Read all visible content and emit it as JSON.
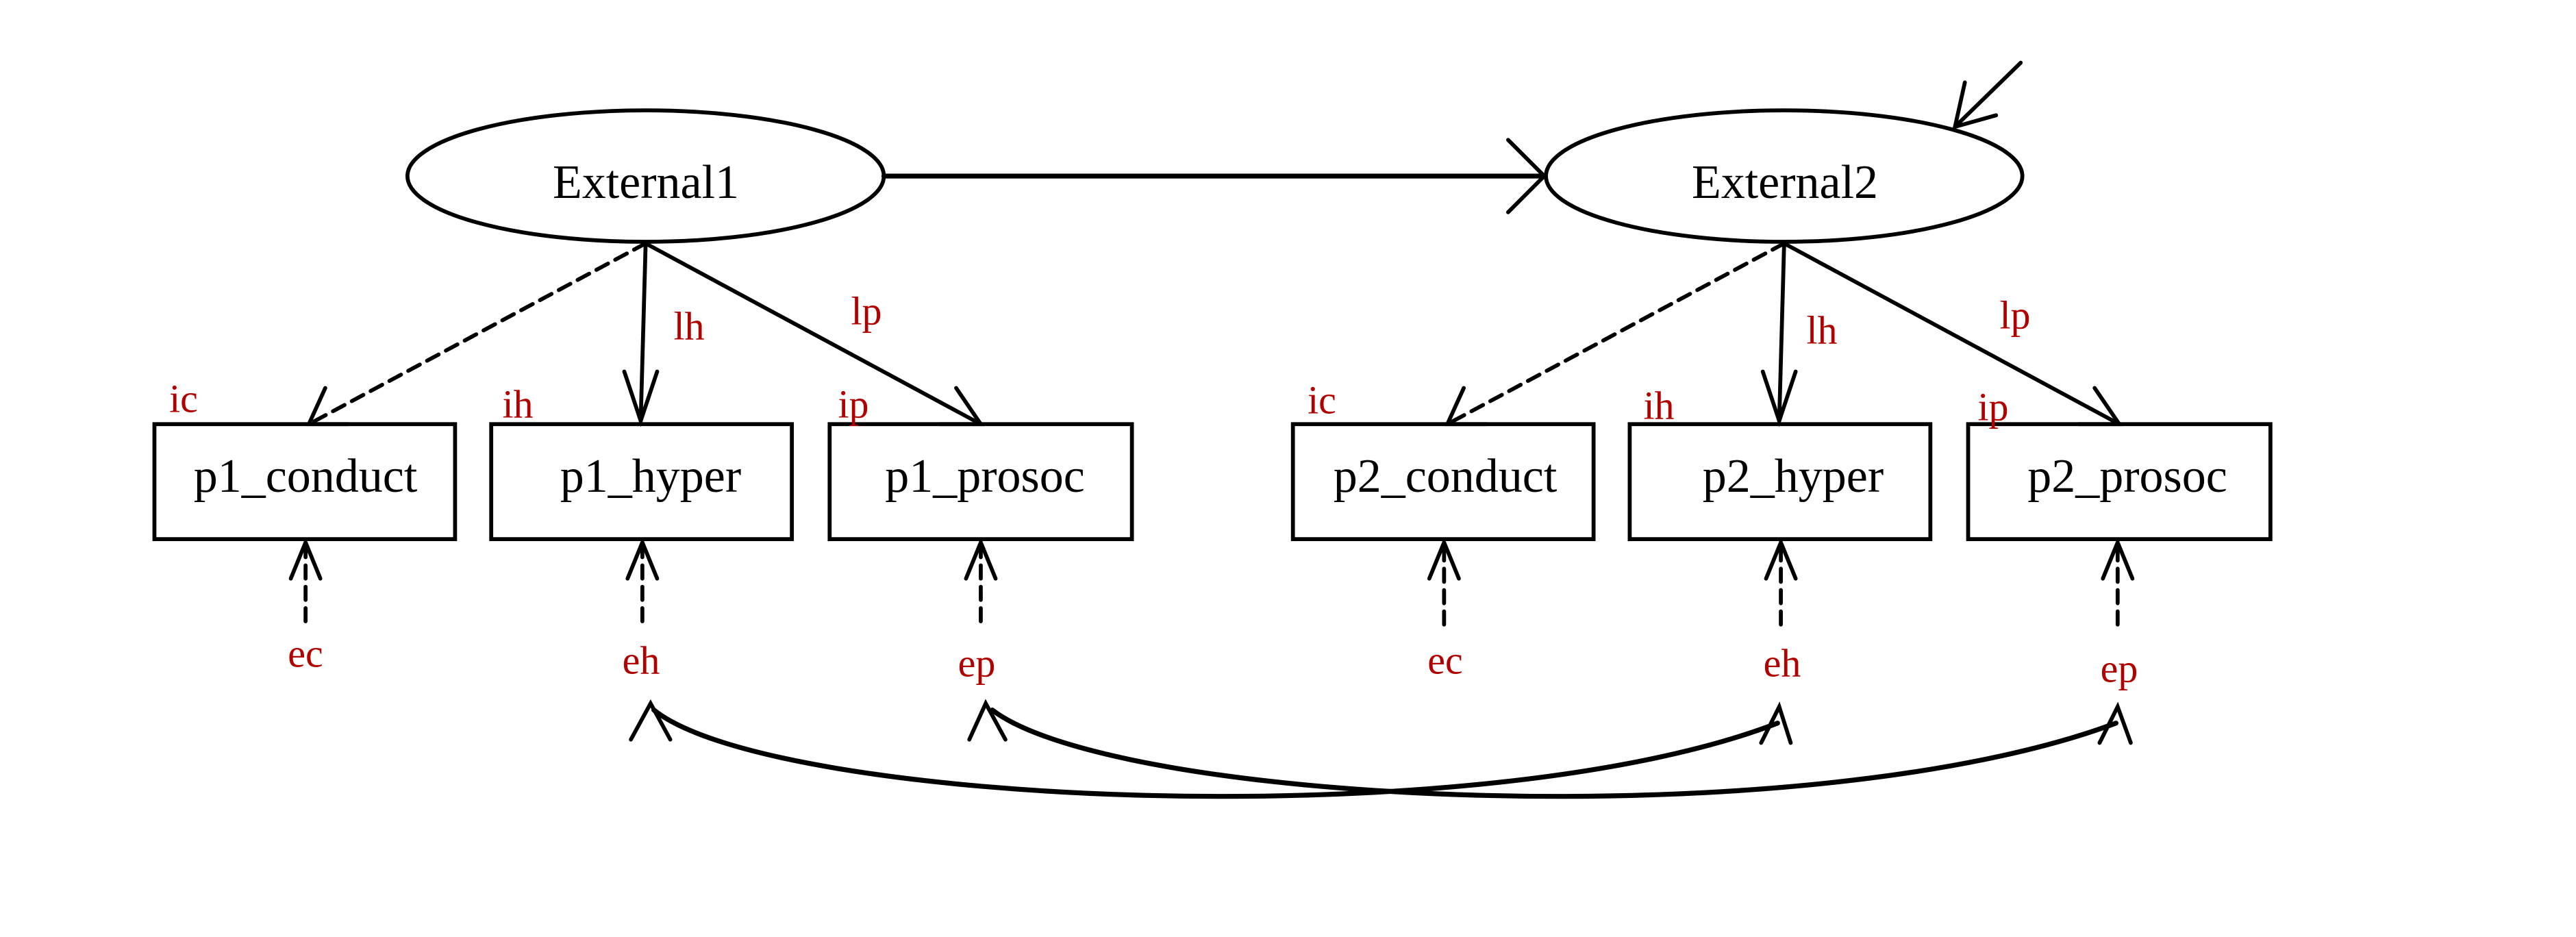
{
  "colors": {
    "stroke": "#000000",
    "param_label": "#b00000",
    "background": "#ffffff"
  },
  "latents": [
    {
      "id": "External1",
      "label": "External1"
    },
    {
      "id": "External2",
      "label": "External2"
    }
  ],
  "indicators": [
    {
      "id": "p1_conduct",
      "label": "p1_conduct",
      "intercept": "ic",
      "error": "ec"
    },
    {
      "id": "p1_hyper",
      "label": "p1_hyper",
      "intercept": "ih",
      "error": "eh"
    },
    {
      "id": "p1_prosoc",
      "label": "p1_prosoc",
      "intercept": "ip",
      "error": "ep"
    },
    {
      "id": "p2_conduct",
      "label": "p2_conduct",
      "intercept": "ic",
      "error": "ec"
    },
    {
      "id": "p2_hyper",
      "label": "p2_hyper",
      "intercept": "ih",
      "error": "eh"
    },
    {
      "id": "p2_prosoc",
      "label": "p2_prosoc",
      "intercept": "ip",
      "error": "ep"
    }
  ],
  "loadings": {
    "t1": {
      "hyper": "lh",
      "prosoc": "lp"
    },
    "t2": {
      "hyper": "lh",
      "prosoc": "lp"
    }
  },
  "edges": [
    {
      "from": "External1",
      "to": "External2",
      "type": "regression"
    },
    {
      "from": "External1",
      "to": "p1_conduct",
      "type": "fixed-loading",
      "style": "dashed"
    },
    {
      "from": "External1",
      "to": "p1_hyper",
      "label": "lh"
    },
    {
      "from": "External1",
      "to": "p1_prosoc",
      "label": "lp"
    },
    {
      "from": "External2",
      "to": "p2_conduct",
      "type": "fixed-loading",
      "style": "dashed"
    },
    {
      "from": "External2",
      "to": "p2_hyper",
      "label": "lh"
    },
    {
      "from": "External2",
      "to": "p2_prosoc",
      "label": "lp"
    },
    {
      "from": "eh",
      "to": "eh",
      "type": "residual-covariance",
      "between": [
        "p1_hyper",
        "p2_hyper"
      ]
    },
    {
      "from": "ep",
      "to": "ep",
      "type": "residual-covariance",
      "between": [
        "p1_prosoc",
        "p2_prosoc"
      ]
    },
    {
      "to": "External2",
      "type": "disturbance"
    }
  ]
}
